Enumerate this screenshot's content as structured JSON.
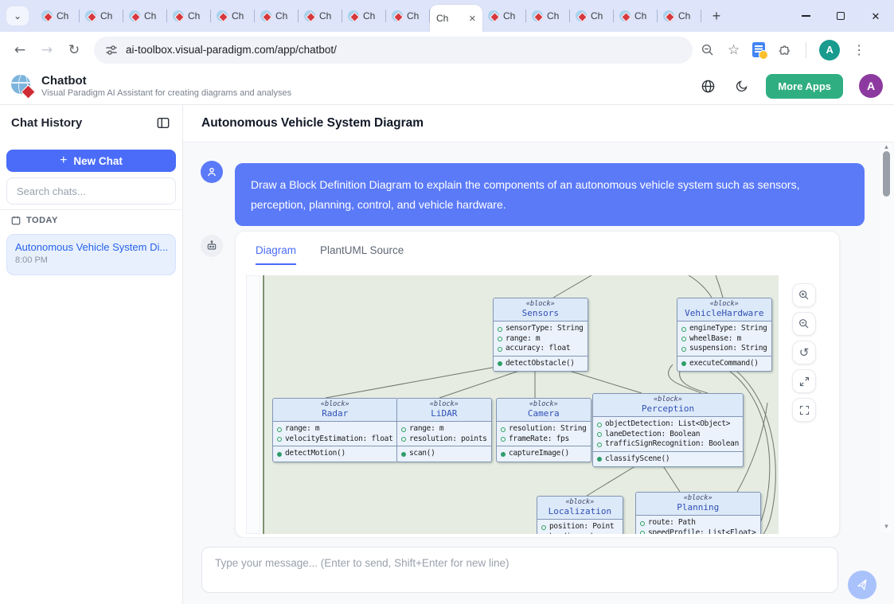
{
  "browser": {
    "tabs_before": [
      "Ch",
      "Ch",
      "Ch",
      "Ch",
      "Ch",
      "Ch",
      "Ch",
      "Ch",
      "Ch"
    ],
    "active_tab_label": "Ch",
    "tabs_after": [
      "Ch",
      "Ch",
      "Ch",
      "Ch",
      "Ch"
    ],
    "url": "ai-toolbox.visual-paradigm.com/app/chatbot/",
    "avatar_letter": "A"
  },
  "app_header": {
    "title": "Chatbot",
    "subtitle": "Visual Paradigm AI Assistant for creating diagrams and analyses",
    "more_apps_label": "More Apps",
    "avatar_letter": "A"
  },
  "sidebar": {
    "title": "Chat History",
    "new_chat_label": "New Chat",
    "search_placeholder": "Search chats...",
    "section_label": "TODAY",
    "chats": [
      {
        "title": "Autonomous Vehicle System Di...",
        "time": "8:00 PM"
      }
    ]
  },
  "main": {
    "page_title": "Autonomous Vehicle System Diagram",
    "user_message": "Draw a Block Definition Diagram to explain the components of an autonomous vehicle system such as sensors, perception, planning, control, and vehicle hardware.",
    "tabs": [
      {
        "label": "Diagram",
        "active": true
      },
      {
        "label": "PlantUML Source",
        "active": false
      }
    ]
  },
  "diagram": {
    "stereotype": "«block»",
    "blocks": [
      {
        "name": "Sensors",
        "attributes": [
          "sensorType: String",
          "range: m",
          "accuracy: float"
        ],
        "operations": [
          "detectObstacle()"
        ]
      },
      {
        "name": "VehicleHardware",
        "attributes": [
          "engineType: String",
          "wheelBase: m",
          "suspension: String"
        ],
        "operations": [
          "executeCommand()"
        ]
      },
      {
        "name": "Radar",
        "attributes": [
          "range: m",
          "velocityEstimation: float"
        ],
        "operations": [
          "detectMotion()"
        ]
      },
      {
        "name": "LiDAR",
        "attributes": [
          "range: m",
          "resolution: points"
        ],
        "operations": [
          "scan()"
        ]
      },
      {
        "name": "Camera",
        "attributes": [
          "resolution: String",
          "frameRate: fps"
        ],
        "operations": [
          "captureImage()"
        ]
      },
      {
        "name": "Perception",
        "attributes": [
          "objectDetection: List<Object>",
          "laneDetection: Boolean",
          "trafficSignRecognition: Boolean"
        ],
        "operations": [
          "classifyScene()"
        ]
      },
      {
        "name": "Localization",
        "attributes": [
          "position: Point",
          "heading: degrees"
        ],
        "operations": []
      },
      {
        "name": "Planning",
        "attributes": [
          "route: Path",
          "speedProfile: List<Float>"
        ],
        "operations": []
      }
    ]
  },
  "composer": {
    "placeholder": "Type your message... (Enter to send, Shift+Enter for new line)"
  },
  "colors": {
    "accent_blue": "#4a6cf8",
    "user_bubble": "#5b7af8",
    "more_apps_green": "#2fae82",
    "header_avatar_purple": "#8d3aa0",
    "browser_avatar_teal": "#199b8e",
    "canvas_green": "#e6ece2",
    "block_fill": "#ebf2fc",
    "block_header_fill": "#dce9f9",
    "block_border": "#8296b5"
  }
}
